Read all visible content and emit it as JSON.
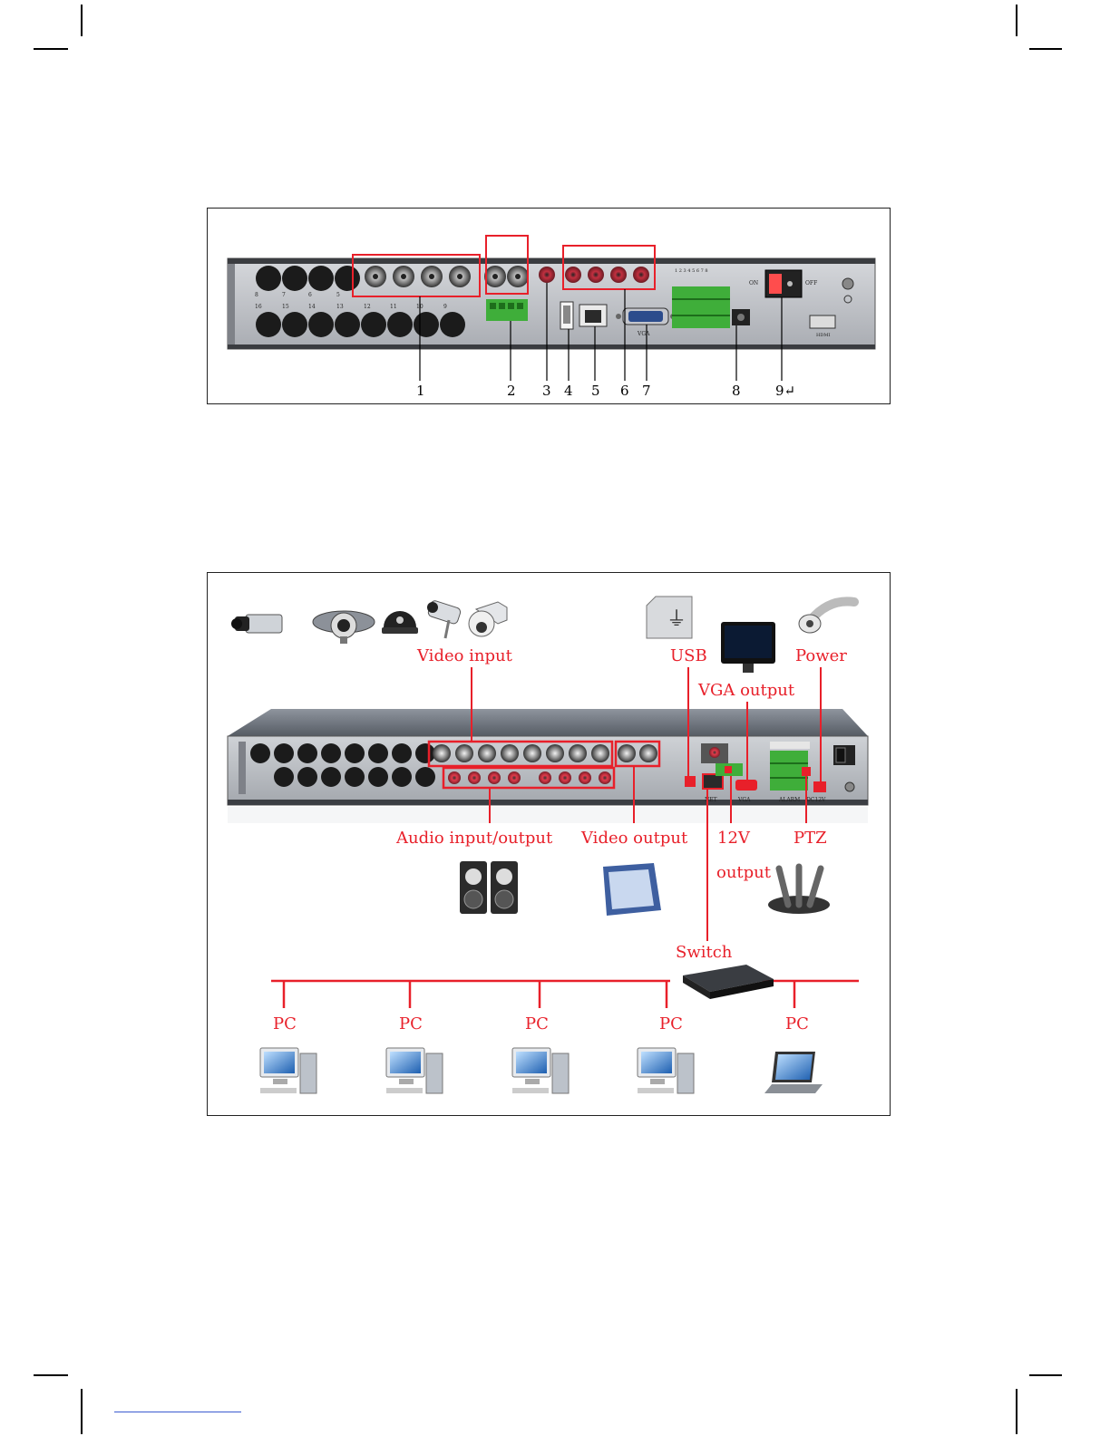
{
  "figure1": {
    "callouts": [
      "1",
      "2",
      "3",
      "4",
      "5",
      "6",
      "7",
      "8",
      "9↵"
    ],
    "panel": {
      "switch_on": "ON",
      "switch_off": "OFF",
      "vga": "VGA",
      "hdmi": "HDMI",
      "top_channels": [
        "8",
        "7",
        "6",
        "5"
      ],
      "bottom_channels": [
        "16",
        "15",
        "14",
        "13",
        "12",
        "11",
        "10",
        "9"
      ]
    }
  },
  "figure2": {
    "labels": {
      "video_input": "Video input",
      "usb": "USB",
      "power": "Power",
      "vga_output": "VGA output",
      "audio_io": "Audio input/output",
      "video_output": "Video output",
      "v12": "12V",
      "v12_output": "output",
      "ptz": "PTZ",
      "switch": "Switch",
      "pc": [
        "PC",
        "PC",
        "PC",
        "PC",
        "PC"
      ]
    },
    "panel": {
      "net": "NET",
      "vga": "VGA",
      "alarm": "ALARM",
      "dc12v": "DC12V"
    }
  },
  "colors": {
    "accent_red": "#e8202a",
    "green_terminal": "#3fae3a"
  }
}
